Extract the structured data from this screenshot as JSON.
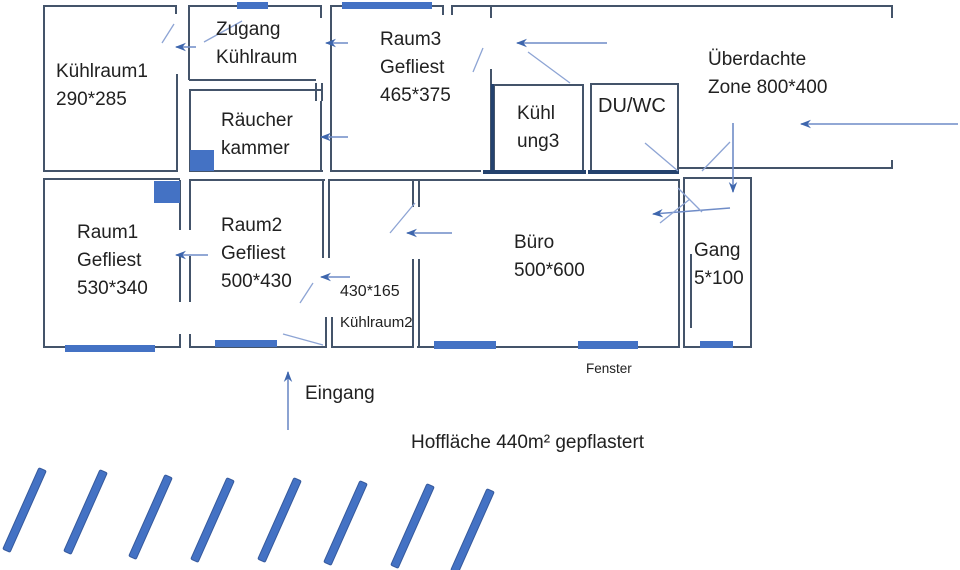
{
  "diagram_title": "floor-plan",
  "rooms": {
    "kuehlraum1": {
      "line1": "Kühlraum1",
      "line2": "290*285"
    },
    "zugang": {
      "line1": "Zugang",
      "line2": "Kühlraum"
    },
    "raeucherkammer": {
      "line1": "Räucher",
      "line2": "kammer"
    },
    "raum3": {
      "line1": "Raum3",
      "line2": "Gefliest",
      "line3": "465*375"
    },
    "kuehlung3": {
      "line1": "Kühl",
      "line2": "ung3"
    },
    "duwc": {
      "line1": "DU/WC"
    },
    "ueberdachte_zone": {
      "line1": "Überdachte",
      "line2": "Zone 800*400"
    },
    "raum1": {
      "line1": "Raum1",
      "line2": "Gefliest",
      "line3": "530*340"
    },
    "raum2": {
      "line1": "Raum2",
      "line2": "Gefliest",
      "line3": "500*430"
    },
    "kuehlraum2": {
      "line1": "430*165",
      "line2": "Kühlraum2"
    },
    "buero": {
      "line1": "Büro",
      "line2": "500*600"
    },
    "gang": {
      "line1": "Gang",
      "line2": "5*100"
    }
  },
  "labels": {
    "fenster": "Fenster",
    "eingang": "Eingang",
    "hofflaeche": "Hoffläche 440m²  gepflastert"
  },
  "colors": {
    "wall": "#44546a",
    "wall_dark": "#24426e",
    "accent_blue": "#4472c4",
    "leader_blue": "#8da4d4",
    "text": "#212121"
  }
}
